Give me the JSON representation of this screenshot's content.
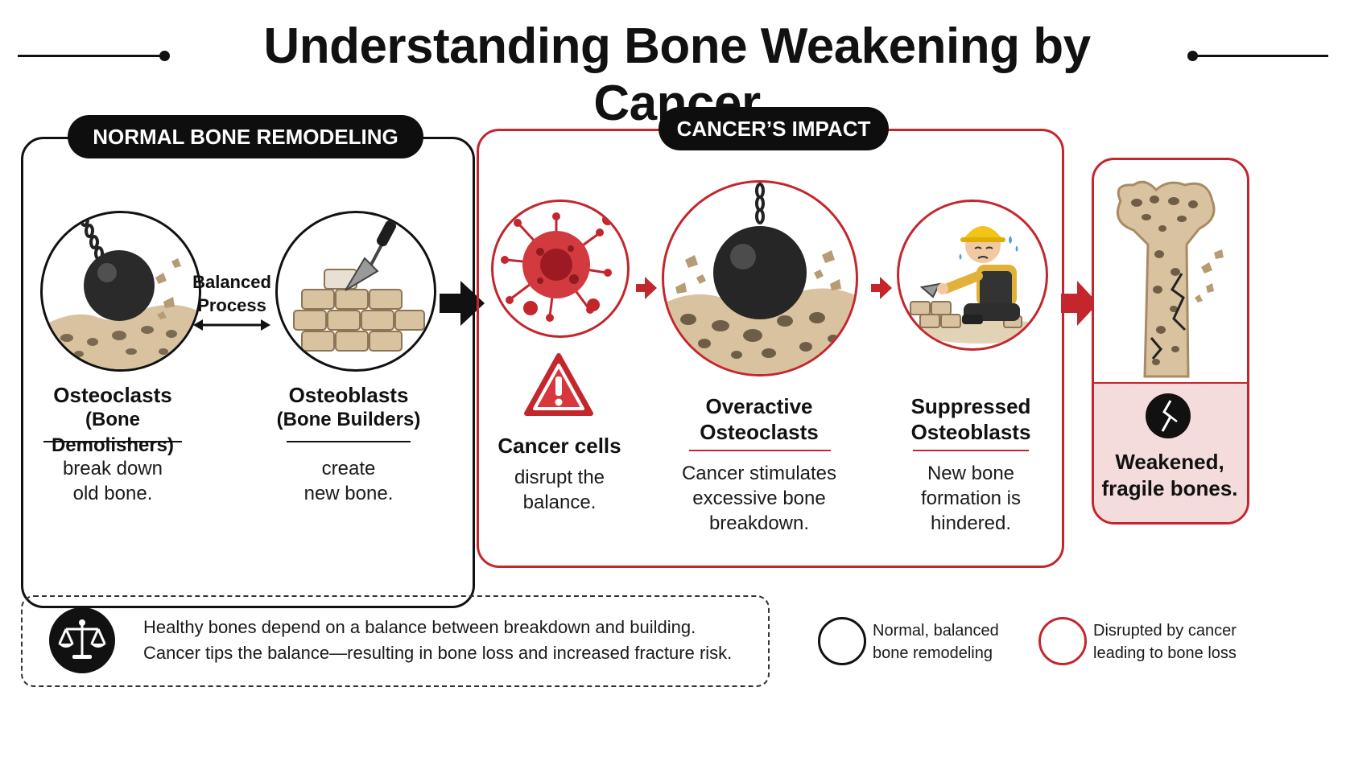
{
  "title": "Understanding Bone Weakening by Cancer",
  "normal": {
    "header": "NORMAL BONE REMODELING",
    "balanced_label": "Balanced\nProcess",
    "osteoclasts": {
      "name": "Osteoclasts",
      "role": "(Bone Demolishers)",
      "desc": "break down\nold bone."
    },
    "osteoblasts": {
      "name": "Osteoblasts",
      "role": "(Bone Builders)",
      "desc": "create\nnew bone."
    }
  },
  "cancer": {
    "header": "CANCER’S IMPACT",
    "cells": {
      "name": "Cancer cells",
      "desc": "disrupt the\nbalance."
    },
    "overactive": {
      "name": "Overactive\nOsteoclasts",
      "desc": "Cancer stimulates\nexcessive bone\nbreakdown."
    },
    "suppressed": {
      "name": "Suppressed\nOsteoblasts",
      "desc": "New bone\nformation is\nhindered."
    }
  },
  "result": {
    "label": "Weakened,\nfragile bones."
  },
  "footer": {
    "note": "Healthy bones depend on a balance between breakdown and building.\nCancer tips the balance—resulting in bone loss and increased fracture risk."
  },
  "legend": [
    {
      "text": "Normal, balanced\nbone remodeling",
      "color": "#111111"
    },
    {
      "text": "Disrupted by cancer\nleading to bone loss",
      "color": "#c4262e"
    }
  ],
  "colors": {
    "accent_red": "#c4262e",
    "pale_red": "#f4dcdc",
    "bone": "#d9c29f",
    "dark": "#111111"
  },
  "icons": [
    "wrecking-ball-icon",
    "trowel-icon",
    "cancer-cell-icon",
    "warning-icon",
    "worker-icon",
    "bone-icon",
    "crack-icon",
    "scales-icon"
  ]
}
